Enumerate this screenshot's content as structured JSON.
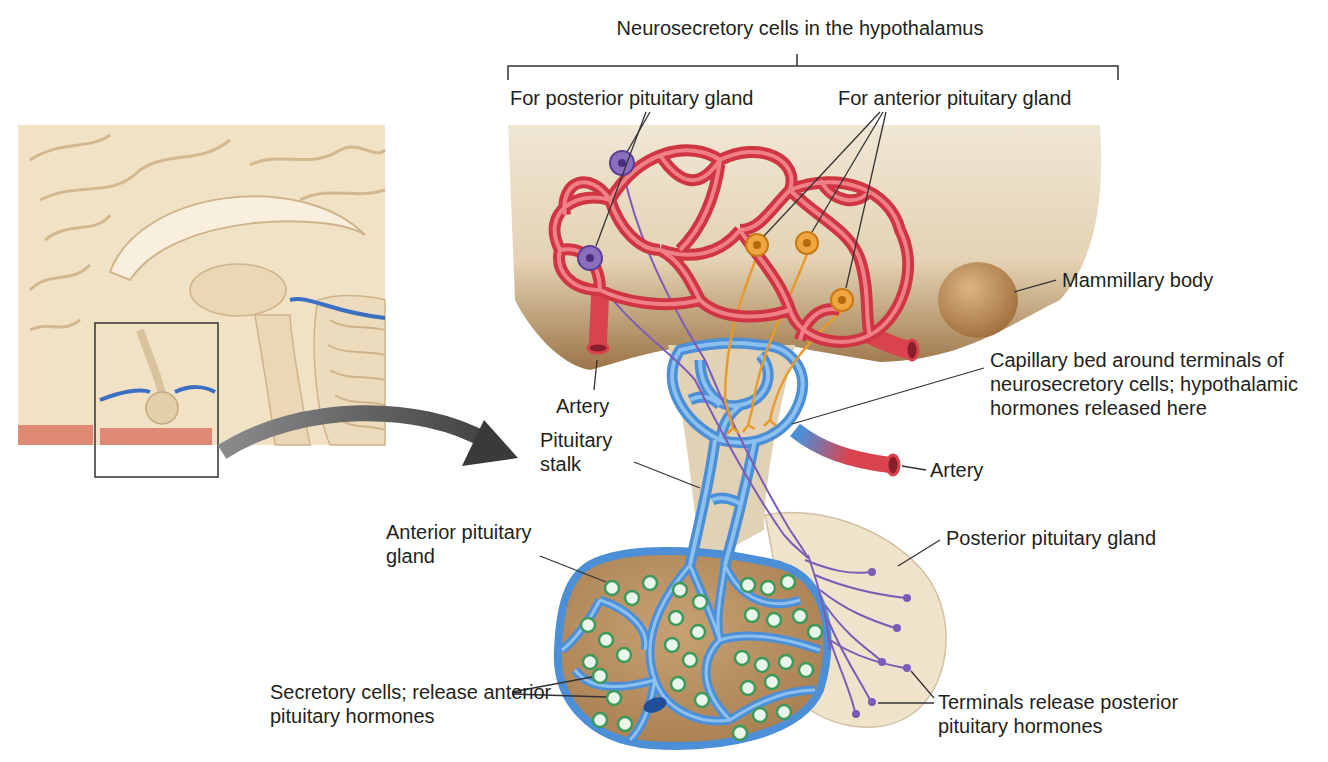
{
  "diagram": {
    "labels": [
      "Neurosecretory cells in the hypothalamus",
      "For posterior pituitary gland",
      "For anterior pituitary gland",
      "Mammillary body",
      "Capillary bed around terminals of neurosecretory cells; hypothalamic hormones released here",
      "Artery",
      "Pituitary stalk",
      "Artery",
      "Posterior pituitary gland",
      "Anterior pituitary gland",
      "Secretory cells; release anterior pituitary hormones",
      "Terminals release posterior pituitary hormones"
    ]
  }
}
